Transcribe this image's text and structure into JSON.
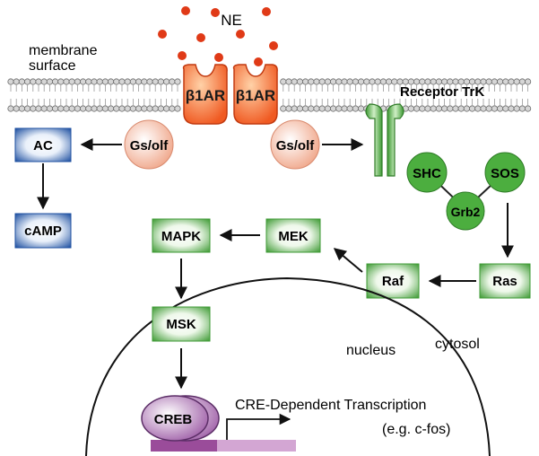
{
  "labels": {
    "ne": "NE",
    "membrane": "membrane",
    "surface": "surface",
    "receptor1": "β1AR",
    "receptor2": "β1AR",
    "gs_left": "Gs/olf",
    "gs_right": "Gs/olf",
    "receptor_trk": "Receptor TrK",
    "ac": "AC",
    "camp": "cAMP",
    "shc": "SHC",
    "sos": "SOS",
    "grb2": "Grb2",
    "mapk": "MAPK",
    "mek": "MEK",
    "raf": "Raf",
    "ras": "Ras",
    "msk": "MSK",
    "creb": "CREB",
    "nucleus": "nucleus",
    "cytosol": "cytosol",
    "transcription": "CRE-Dependent Transcription",
    "example": "(e.g. c-fos)"
  },
  "colors": {
    "blue": "#1d4fa0",
    "green": "#3e9a34",
    "green_node": "#4cae3f",
    "gs_fill": "#f3b49c",
    "receptor_fill": "#f2662f",
    "ne_dot": "#e03a17",
    "creb_fill": "#9b59a4",
    "dna_dark": "#9a4c9a",
    "dna_light": "#d3a6d3"
  }
}
